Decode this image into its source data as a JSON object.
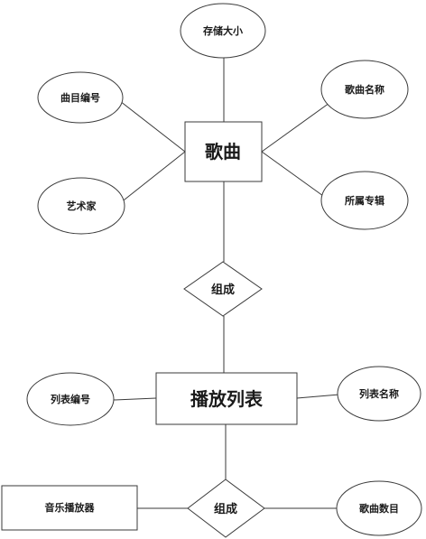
{
  "entities": {
    "song": "歌曲",
    "playlist": "播放列表",
    "music_player": "音乐播放器"
  },
  "relationships": {
    "compose_top": "组成",
    "compose_bottom": "组成"
  },
  "attributes": {
    "storage_size": "存储大小",
    "track_id": "曲目编号",
    "song_name": "歌曲名称",
    "artist": "艺术家",
    "album": "所属专辑",
    "list_id": "列表编号",
    "list_name": "列表名称",
    "song_count": "歌曲数目"
  },
  "colors": {
    "stroke": "#3a3a3a",
    "fill": "#ffffff",
    "text": "#1a1a1a"
  }
}
